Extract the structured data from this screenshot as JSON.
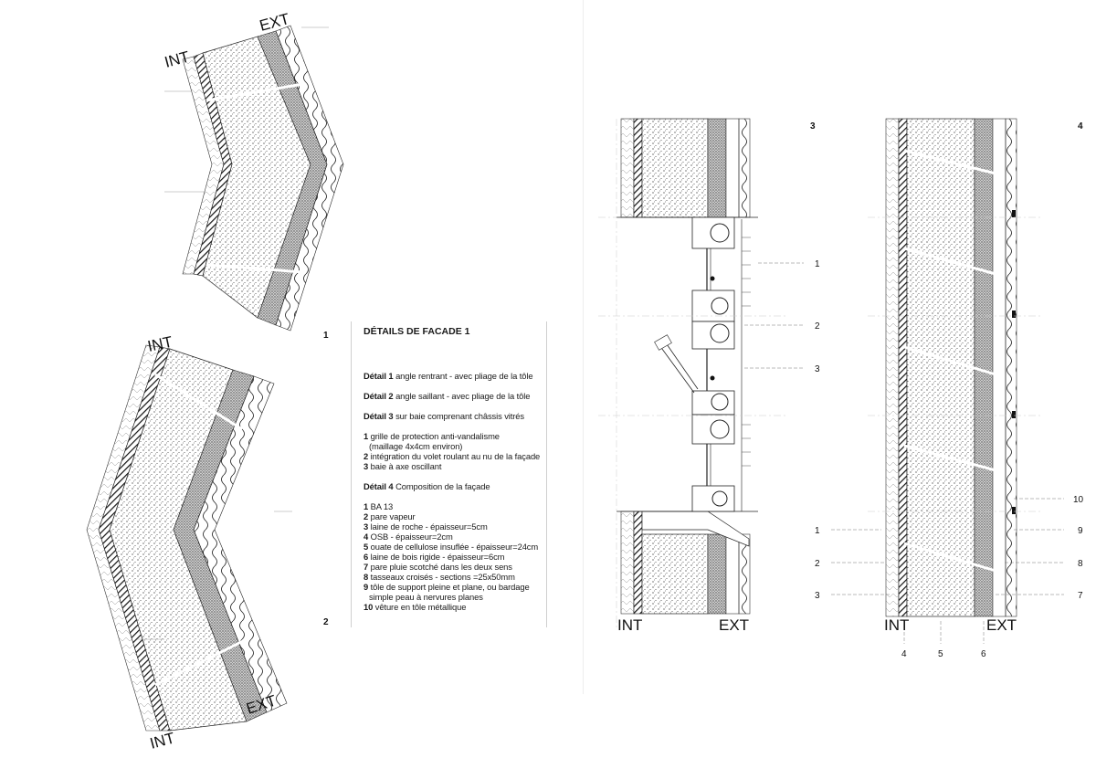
{
  "legend": {
    "title": "DÉTAILS DE FACADE 1",
    "details": [
      {
        "key": "Détail 1",
        "text": " angle rentrant - avec pliage de la tôle"
      },
      {
        "key": "Détail 2",
        "text": " angle  saillant - avec pliage de la tôle"
      },
      {
        "key": "Détail 3",
        "text": " sur baie comprenant châssis vitrés"
      }
    ],
    "detail3_items": [
      {
        "num": "1",
        "text": " grille de protection anti-vandalisme",
        "cont": "(maillage 4x4cm environ)"
      },
      {
        "num": "2",
        "text": " intégration du volet roulant au nu de la façade",
        "cont": ""
      },
      {
        "num": "3",
        "text": " baie à axe oscillant",
        "cont": ""
      }
    ],
    "detail4": {
      "key": "Détail 4",
      "text": "  Composition de la façade"
    },
    "detail4_items": [
      {
        "num": "1",
        "text": " BA 13",
        "cont": ""
      },
      {
        "num": "2",
        "text": " pare vapeur",
        "cont": ""
      },
      {
        "num": "3",
        "text": " laine de roche - épaisseur=5cm",
        "cont": ""
      },
      {
        "num": "4",
        "text": " OSB - épaisseur=2cm",
        "cont": ""
      },
      {
        "num": "5",
        "text": " ouate de cellulose insuflée - épaisseur=24cm",
        "cont": ""
      },
      {
        "num": "6",
        "text": " laine de bois rigide - épaisseur=6cm",
        "cont": ""
      },
      {
        "num": "7",
        "text": " pare pluie scotché dans les deux sens",
        "cont": ""
      },
      {
        "num": "8",
        "text": " tasseaux croisés - sections =25x50mm",
        "cont": ""
      },
      {
        "num": "9",
        "text": " tôle de support pleine et plane, ou bardage",
        "cont": "simple peau à nervures planes"
      },
      {
        "num": "10",
        "text": " vêture en tôle métallique",
        "cont": ""
      }
    ]
  },
  "labels": {
    "int": "INT",
    "ext": "EXT",
    "detail_numbers": [
      "1",
      "2",
      "3",
      "4"
    ],
    "detail3_callouts": [
      "1",
      "2",
      "3"
    ],
    "detail4_right_callouts": [
      "10",
      "9",
      "8",
      "7"
    ],
    "detail4_left_callouts": [
      "1",
      "2",
      "3"
    ],
    "detail4_bottom_callouts": [
      "4",
      "5",
      "6"
    ]
  }
}
